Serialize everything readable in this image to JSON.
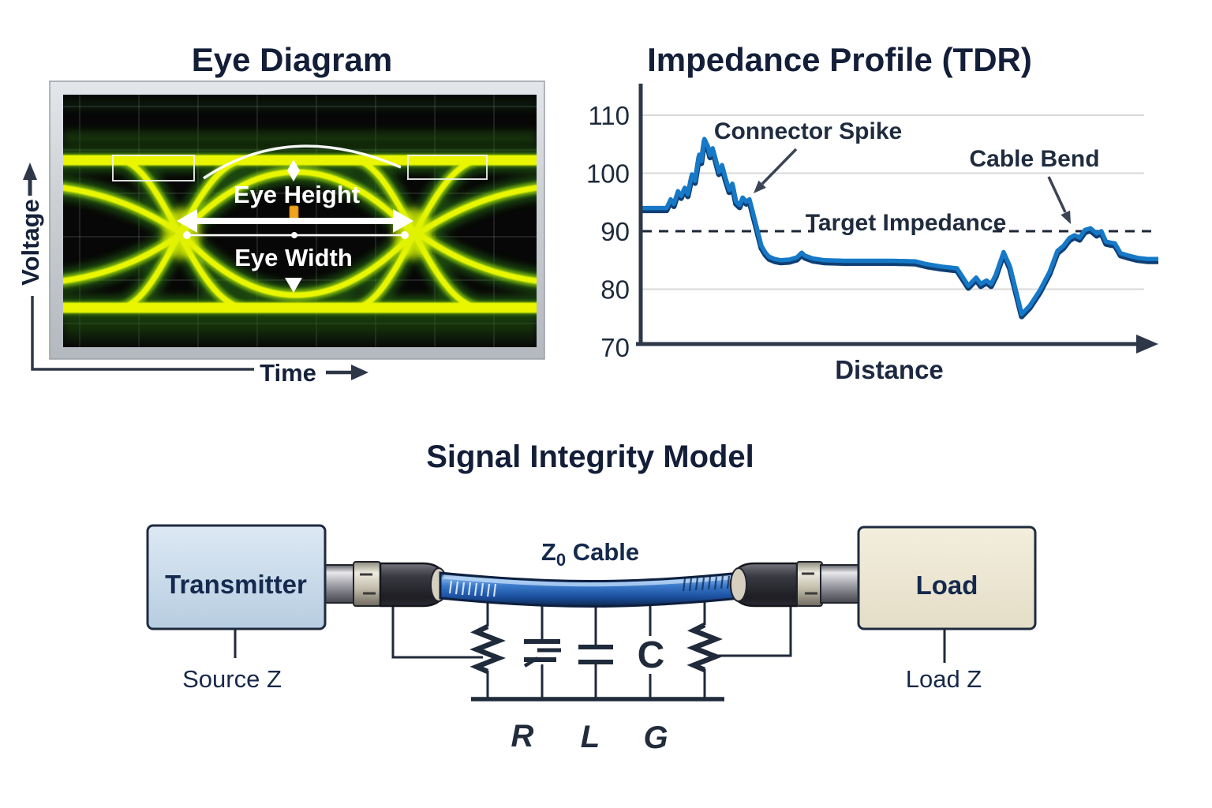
{
  "eye_panel": {
    "title": "Eye Diagram",
    "y_axis": "Voltage",
    "x_axis": "Time",
    "labels": {
      "height": "Eye Height",
      "width": "Eye Width"
    }
  },
  "tdr": {
    "title": "Impedance Profile (TDR)",
    "x_axis": "Distance",
    "annotations": {
      "spike": "Connector Spike",
      "bend": "Cable Bend",
      "target": "Target Impedance"
    }
  },
  "chart_data": {
    "type": "line",
    "title": "Impedance Profile (TDR)",
    "xlabel": "Distance",
    "ylabel": "",
    "ylim": [
      70,
      112
    ],
    "x_range": [
      0,
      100
    ],
    "yticks": [
      110,
      100,
      90,
      80,
      70
    ],
    "gridlines_at": [
      110,
      100,
      80
    ],
    "target_impedance": 90,
    "legend": "none",
    "series": [
      {
        "name": "TDR impedance trace",
        "color": "#1679c8",
        "points": [
          [
            0,
            94
          ],
          [
            5,
            94
          ],
          [
            5.8,
            95.5
          ],
          [
            6.4,
            94.7
          ],
          [
            7.2,
            96.9
          ],
          [
            7.8,
            96.1
          ],
          [
            8.5,
            97.5
          ],
          [
            9.1,
            96.4
          ],
          [
            9.9,
            99.8
          ],
          [
            10.5,
            98.7
          ],
          [
            11.3,
            103.2
          ],
          [
            11.7,
            102.1
          ],
          [
            12.3,
            105.9
          ],
          [
            13,
            104.6
          ],
          [
            13.4,
            103.1
          ],
          [
            13.9,
            104.3
          ],
          [
            14.5,
            102.3
          ],
          [
            15.1,
            100.2
          ],
          [
            15.7,
            101.4
          ],
          [
            16.3,
            99.4
          ],
          [
            17.1,
            97.1
          ],
          [
            17.7,
            98.2
          ],
          [
            18.4,
            95.1
          ],
          [
            19.1,
            94.5
          ],
          [
            19.7,
            95.8
          ],
          [
            20.4,
            95.1
          ],
          [
            21,
            95.5
          ],
          [
            22.3,
            91
          ],
          [
            23.3,
            87.5
          ],
          [
            24.1,
            86.3
          ],
          [
            24.8,
            85.6
          ],
          [
            25.9,
            85.2
          ],
          [
            27.1,
            85
          ],
          [
            28.7,
            85.1
          ],
          [
            30.2,
            85.5
          ],
          [
            31.1,
            86.3
          ],
          [
            31.7,
            85.8
          ],
          [
            33.2,
            85.3
          ],
          [
            35.5,
            85
          ],
          [
            39.3,
            84.9
          ],
          [
            43.9,
            84.9
          ],
          [
            48.5,
            84.9
          ],
          [
            53,
            84.8
          ],
          [
            55.3,
            84.3
          ],
          [
            58.1,
            83.9
          ],
          [
            61.1,
            83.6
          ],
          [
            63.3,
            80.6
          ],
          [
            64.8,
            82
          ],
          [
            65.7,
            80.9
          ],
          [
            66.8,
            81.5
          ],
          [
            67.7,
            80.9
          ],
          [
            68.6,
            82.5
          ],
          [
            70.1,
            86.4
          ],
          [
            71.3,
            84
          ],
          [
            73.6,
            75.7
          ],
          [
            75.2,
            77.2
          ],
          [
            77.1,
            79.8
          ],
          [
            79,
            83
          ],
          [
            80.5,
            86.6
          ],
          [
            81.7,
            87.5
          ],
          [
            82.8,
            88.8
          ],
          [
            83.8,
            89.3
          ],
          [
            84.8,
            88.9
          ],
          [
            85.8,
            90.2
          ],
          [
            86.9,
            90.5
          ],
          [
            88.1,
            89.6
          ],
          [
            89,
            90
          ],
          [
            89.9,
            88.2
          ],
          [
            90.9,
            88
          ],
          [
            91.6,
            87.9
          ],
          [
            92.7,
            86.2
          ],
          [
            94.2,
            85.8
          ],
          [
            96,
            85.4
          ],
          [
            98,
            85.2
          ],
          [
            100,
            85.2
          ]
        ]
      }
    ]
  },
  "circuit": {
    "title": "Signal Integrity Model",
    "transmitter": "Transmitter",
    "load": "Load",
    "source_z": "Source Z",
    "load_z": "Load Z",
    "cable": {
      "z": "Z",
      "sub": "0",
      "rest": " Cable"
    },
    "labels": {
      "r": "R",
      "l": "L",
      "g": "G",
      "c": "C"
    }
  },
  "colors": {
    "title_navy": "#131e38",
    "trace_blue": "#1679c8",
    "trace_shadow": "#0f3f74",
    "eye_yellow": "#e9f602",
    "eye_green": "#3f941d",
    "axis": "#2e3748",
    "accent_orange": "#f1a31c",
    "cable_blue": "#2d6cbd"
  }
}
